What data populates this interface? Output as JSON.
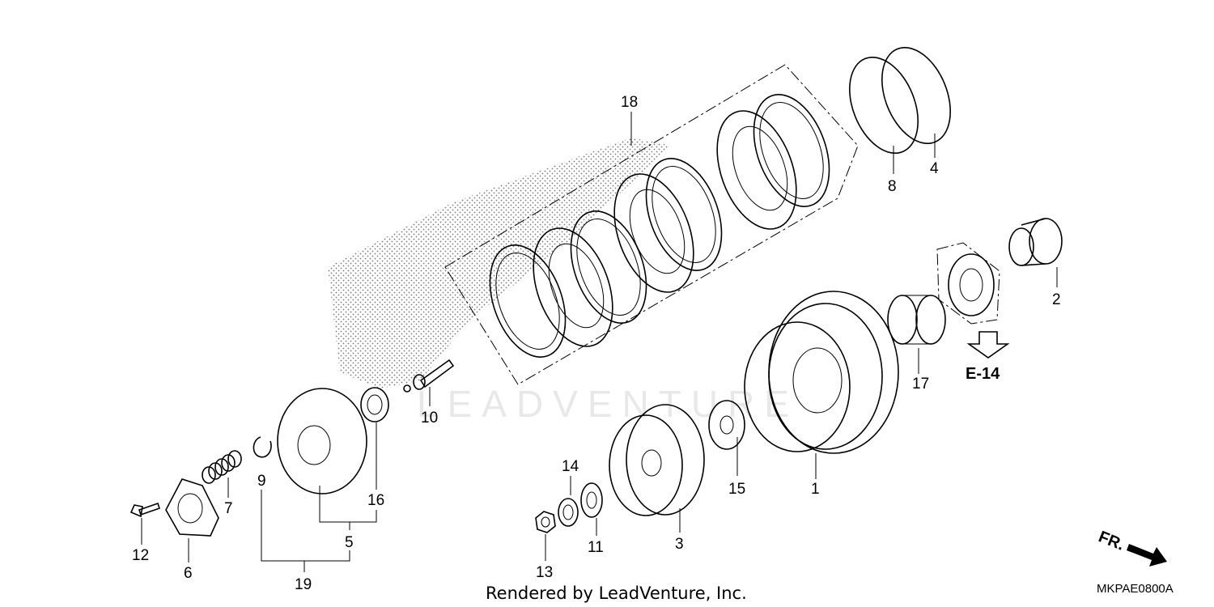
{
  "diagram": {
    "callouts": [
      "1",
      "2",
      "3",
      "4",
      "5",
      "6",
      "7",
      "8",
      "9",
      "10",
      "11",
      "12",
      "13",
      "14",
      "15",
      "16",
      "17",
      "18",
      "19"
    ],
    "section_reference": "E-14",
    "front_indicator": "FR.",
    "watermark": "LEADVENTURE",
    "credit": "Rendered by LeadVenture, Inc.",
    "diagram_code": "MKPAE0800A"
  }
}
